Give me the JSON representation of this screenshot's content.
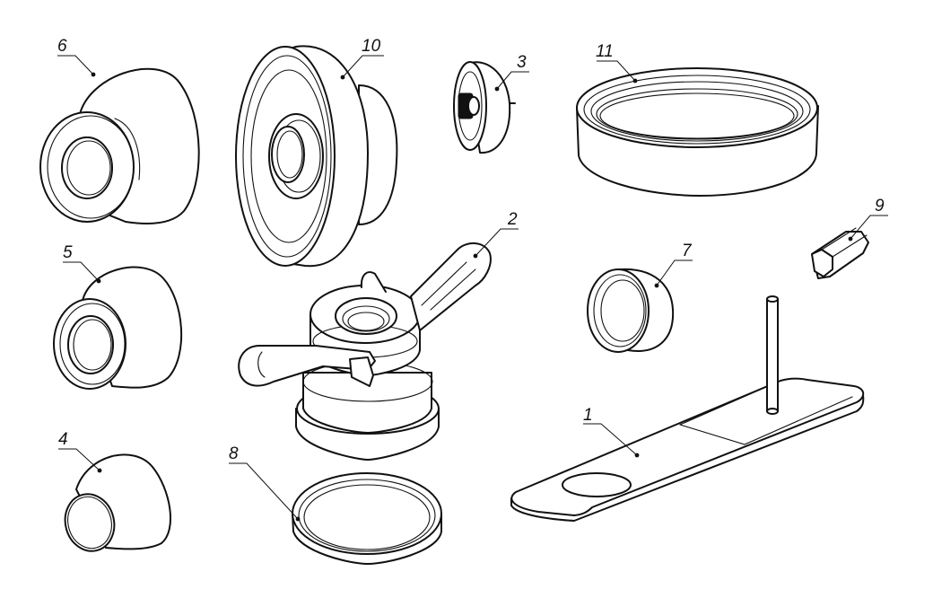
{
  "callouts": [
    {
      "id": "c1",
      "label": "1"
    },
    {
      "id": "c2",
      "label": "2"
    },
    {
      "id": "c3",
      "label": "3"
    },
    {
      "id": "c4",
      "label": "4"
    },
    {
      "id": "c5",
      "label": "5"
    },
    {
      "id": "c6",
      "label": "6"
    },
    {
      "id": "c7",
      "label": "7"
    },
    {
      "id": "c8",
      "label": "8"
    },
    {
      "id": "c9",
      "label": "9"
    },
    {
      "id": "c10",
      "label": "10"
    },
    {
      "id": "c11",
      "label": "11"
    }
  ],
  "colors": {
    "line": "#111111",
    "background": "#ffffff"
  }
}
